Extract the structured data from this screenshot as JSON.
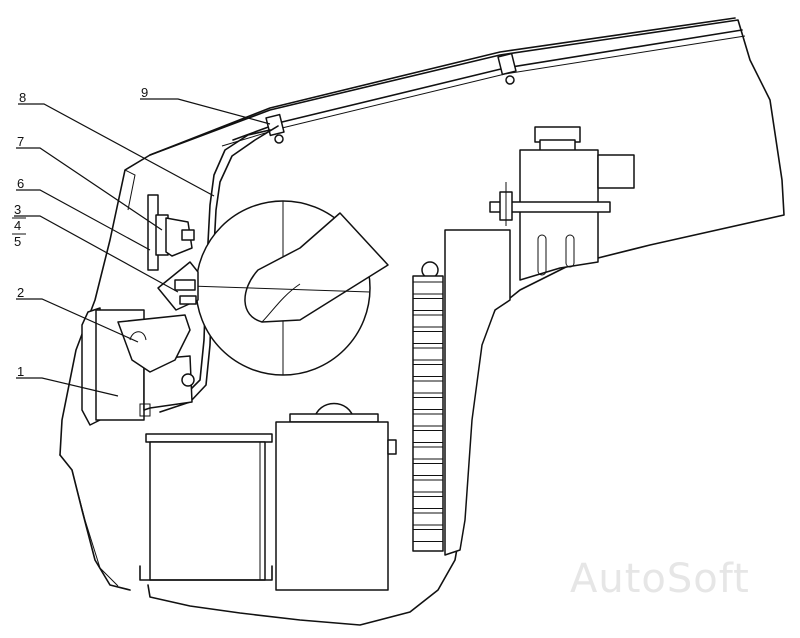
{
  "callouts": [
    {
      "label": "1"
    },
    {
      "label": "2"
    },
    {
      "label": "3"
    },
    {
      "label": "4"
    },
    {
      "label": "5"
    },
    {
      "label": "6"
    },
    {
      "label": "7"
    },
    {
      "label": "8"
    },
    {
      "label": "9"
    }
  ],
  "watermark": "AutoSoft"
}
